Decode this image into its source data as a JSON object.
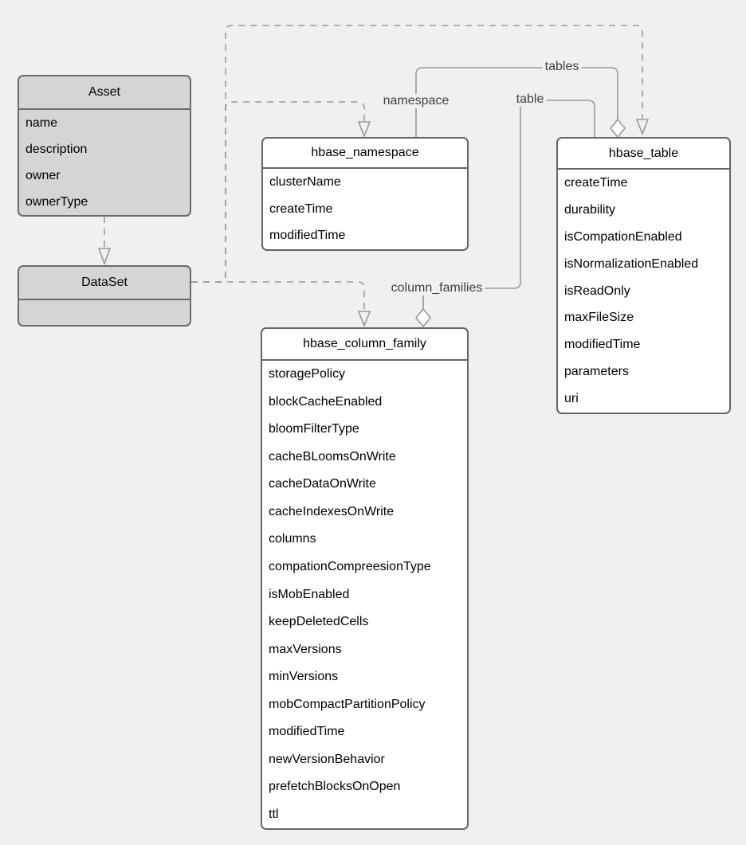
{
  "colors": {
    "background": "#f0f0f0",
    "gray_node_fill": "#d5d5d5",
    "gray_node_border": "#6b6b6b",
    "white_node_fill": "#ffffff",
    "white_node_border": "#666666",
    "edge": "#999999",
    "edge_label_text": "#404040",
    "field_text": "#000000"
  },
  "entities": {
    "asset": {
      "title": "Asset",
      "fields": [
        "name",
        "description",
        "owner",
        "ownerType"
      ]
    },
    "dataset": {
      "title": "DataSet",
      "fields": []
    },
    "hbase_namespace": {
      "title": "hbase_namespace",
      "fields": [
        "clusterName",
        "createTime",
        "modifiedTime"
      ]
    },
    "hbase_table": {
      "title": "hbase_table",
      "fields": [
        "createTime",
        "durability",
        "isCompationEnabled",
        "isNormalizationEnabled",
        "isReadOnly",
        "maxFileSize",
        "modifiedTime",
        "parameters",
        "uri"
      ]
    },
    "hbase_column_family": {
      "title": "hbase_column_family",
      "fields": [
        "storagePolicy",
        "blockCacheEnabled",
        "bloomFilterType",
        "cacheBLoomsOnWrite",
        "cacheDataOnWrite",
        "cacheIndexesOnWrite",
        "columns",
        "compationCompreesionType",
        "isMobEnabled",
        "keepDeletedCells",
        "maxVersions",
        "minVersions",
        "mobCompactPartitionPolicy",
        "modifiedTime",
        "newVersionBehavior",
        "prefetchBlocksOnOpen",
        "ttl"
      ]
    }
  },
  "edge_labels": {
    "namespace": "namespace",
    "tables": "tables",
    "table": "table",
    "column_families": "column_families"
  },
  "relationships": [
    {
      "from": "Asset",
      "to": "DataSet",
      "style": "dashed",
      "marker": "open-triangle-at-DataSet",
      "label": ""
    },
    {
      "from": "DataSet",
      "to": "hbase_namespace",
      "style": "dashed",
      "marker": "open-triangle-at-hbase_namespace",
      "label": ""
    },
    {
      "from": "DataSet",
      "to": "hbase_table",
      "style": "dashed",
      "marker": "open-triangle-at-hbase_table",
      "label": ""
    },
    {
      "from": "DataSet",
      "to": "hbase_column_family",
      "style": "dashed",
      "marker": "open-triangle-at-hbase_column_family",
      "label": ""
    },
    {
      "from": "hbase_namespace",
      "to": "hbase_table",
      "style": "solid",
      "marker": "open-diamond-at-hbase_table",
      "label": "tables / namespace"
    },
    {
      "from": "hbase_table",
      "to": "hbase_column_family",
      "style": "solid",
      "marker": "open-diamond-at-hbase_column_family",
      "label": "column_families / table"
    }
  ]
}
